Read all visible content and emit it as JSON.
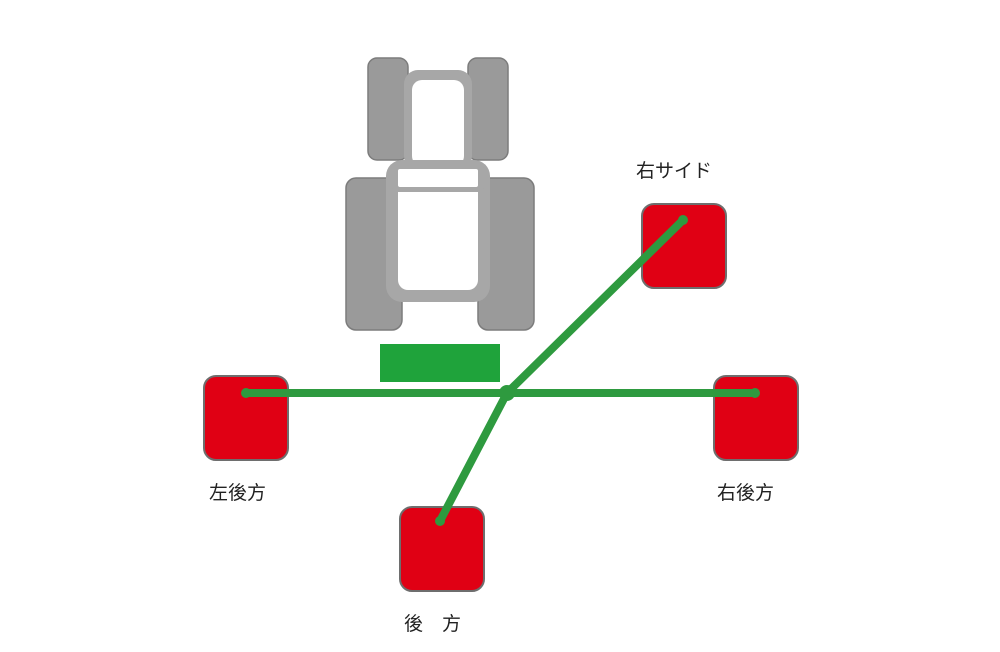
{
  "labels": {
    "right_side": "右サイド",
    "left_rear": "左後方",
    "right_rear": "右後方",
    "rear": "後　方"
  },
  "colors": {
    "background": "#ffffff",
    "tractor_tire": "#9a9a9a",
    "tractor_body": "#a7a7a7",
    "cabin": "#ffffff",
    "mount_bar": "#1fa33b",
    "arm": "#2e9a3f",
    "unit_fill": "#e00014",
    "unit_border": "#6e6e6e",
    "label_text": "#222222"
  }
}
